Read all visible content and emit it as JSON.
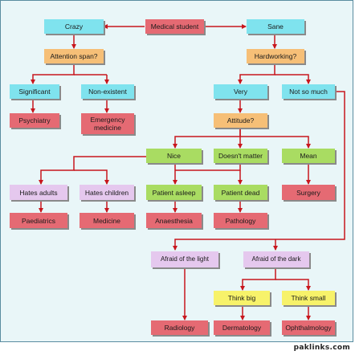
{
  "nodes": {
    "medical_student": "Medical student",
    "crazy": "Crazy",
    "sane": "Sane",
    "attention_span": "Attention span?",
    "hardworking": "Hardworking?",
    "significant": "Significant",
    "non_existent": "Non-existent",
    "very": "Very",
    "not_so_much": "Not so much",
    "psychiatry": "Psychiatry",
    "emergency_medicine": "Emergency medicine",
    "attitude": "Attitude?",
    "nice": "Nice",
    "doesnt_matter": "Doesn't matter",
    "mean": "Mean",
    "hates_adults": "Hates adults",
    "hates_children": "Hates children",
    "patient_asleep": "Patient asleep",
    "patient_dead": "Patient dead",
    "surgery": "Surgery",
    "paediatrics": "Paediatrics",
    "medicine": "Medicine",
    "anaesthesia": "Anaesthesia",
    "pathology": "Pathology",
    "afraid_light": "Afraid of the light",
    "afraid_dark": "Afraid of the dark",
    "think_big": "Think big",
    "think_small": "Think small",
    "radiology": "Radiology",
    "dermatology": "Dermatology",
    "ophthalmology": "Ophthalmology"
  },
  "watermark": "paklinks.com",
  "colors": {
    "question": "#7fe3ee",
    "specialty": "#e56a73",
    "decision": "#f6bf77",
    "attitude": "#a9dc62",
    "hate": "#e5c8ee",
    "think": "#f7f26a",
    "connector": "#c8161d",
    "background": "#e9f6f8"
  }
}
